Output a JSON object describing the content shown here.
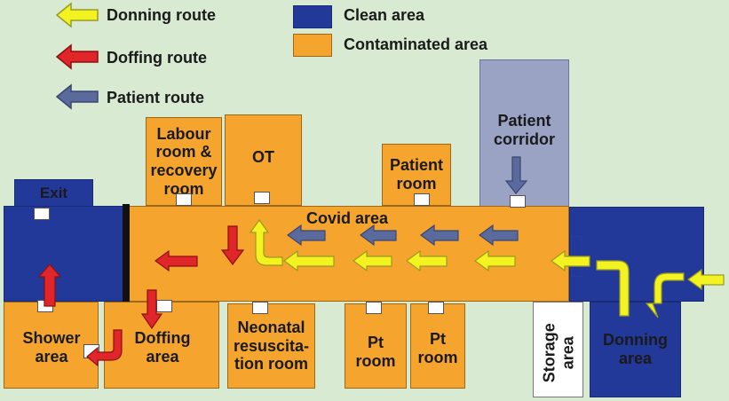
{
  "legend": {
    "donning": "Donning route",
    "doffing": "Doffing route",
    "patient": "Patient route",
    "clean": "Clean area",
    "contaminated": "Contaminated area"
  },
  "rooms": {
    "exit": "Exit",
    "labour": "Labour\nroom &\nrecovery\nroom",
    "ot": "OT",
    "patient_room": "Patient\nroom",
    "patient_corridor": "Patient\ncorridor",
    "covid_area": "Covid area",
    "shower": "Shower\narea",
    "doffing": "Doffing\narea",
    "neonatal": "Neonatal\nresuscita-\ntion room",
    "pt_room_1": "Pt\nroom",
    "pt_room_2": "Pt\nroom",
    "storage": "Storage\narea",
    "donning": "Donning\narea"
  },
  "colors": {
    "clean": "#23399a",
    "contaminated": "#f5a52d",
    "donning_arrow": "#f3f321",
    "doffing_arrow": "#e0262a",
    "patient_arrow": "#5b6a9c"
  }
}
